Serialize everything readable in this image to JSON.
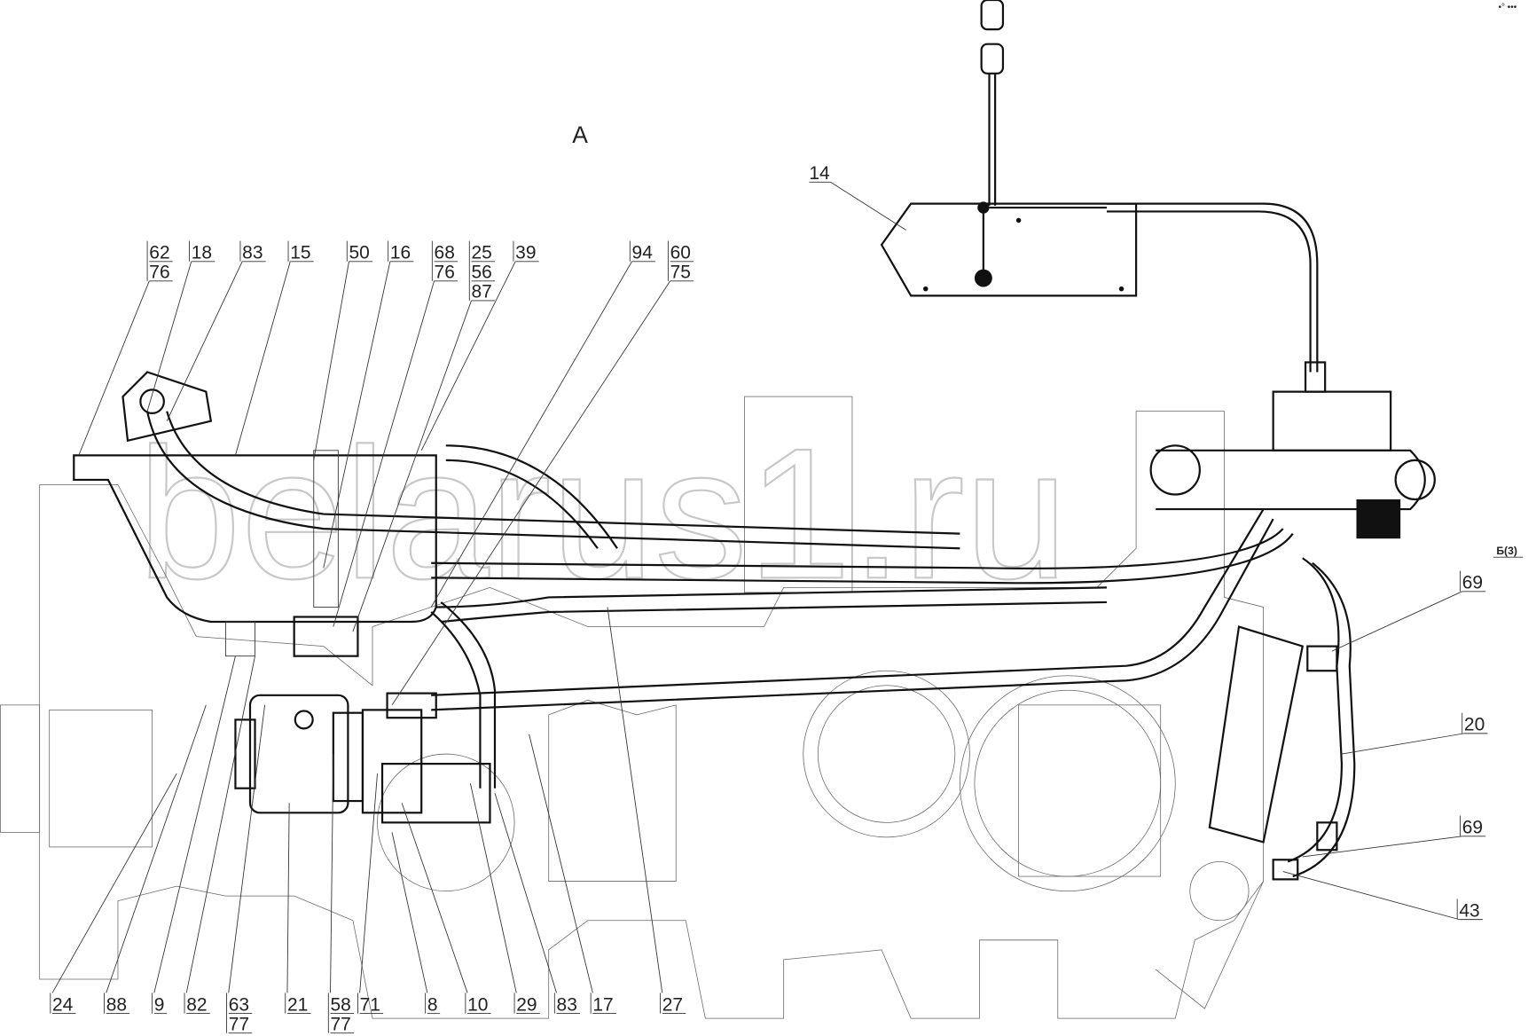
{
  "view_label": "A",
  "watermark": "belarus1.ru",
  "corner_mark": "•° •••",
  "section_ref": "Б(3)",
  "part_14": "14",
  "top_callouts": [
    {
      "main": "62",
      "sub": [
        "76"
      ]
    },
    {
      "main": "18",
      "sub": []
    },
    {
      "main": "83",
      "sub": []
    },
    {
      "main": "15",
      "sub": []
    },
    {
      "main": "50",
      "sub": []
    },
    {
      "main": "16",
      "sub": []
    },
    {
      "main": "68",
      "sub": [
        "76"
      ]
    },
    {
      "main": "25",
      "sub": [
        "56",
        "87"
      ]
    },
    {
      "main": "39",
      "sub": []
    },
    {
      "main": "94",
      "sub": []
    },
    {
      "main": "60",
      "sub": [
        "75"
      ]
    }
  ],
  "bottom_callouts": [
    {
      "main": "24",
      "sub": []
    },
    {
      "main": "88",
      "sub": []
    },
    {
      "main": "9",
      "sub": []
    },
    {
      "main": "82",
      "sub": []
    },
    {
      "main": "63",
      "sub": [
        "77"
      ]
    },
    {
      "main": "21",
      "sub": []
    },
    {
      "main": "58",
      "sub": [
        "77"
      ]
    },
    {
      "main": "71",
      "sub": []
    },
    {
      "main": "8",
      "sub": []
    },
    {
      "main": "10",
      "sub": []
    },
    {
      "main": "29",
      "sub": []
    },
    {
      "main": "83",
      "sub": []
    },
    {
      "main": "17",
      "sub": []
    },
    {
      "main": "27",
      "sub": []
    }
  ],
  "right_callouts": [
    {
      "main": "69",
      "sub": []
    },
    {
      "main": "20",
      "sub": []
    },
    {
      "main": "69",
      "sub": []
    },
    {
      "main": "43",
      "sub": []
    }
  ]
}
